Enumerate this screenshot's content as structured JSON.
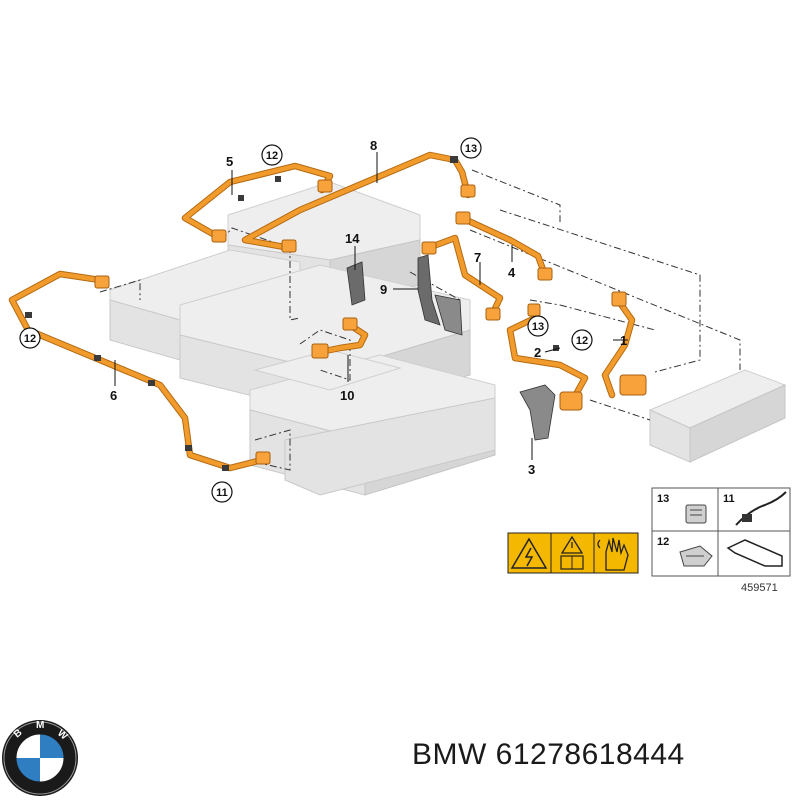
{
  "diagram": {
    "callouts": {
      "c1": "1",
      "c2": "2",
      "c3": "3",
      "c4": "4",
      "c5": "5",
      "c6": "6",
      "c7": "7",
      "c8": "8",
      "c9": "9",
      "c10": "10",
      "c14": "14",
      "c11_bottom": "11",
      "c12_left": "12",
      "c12_top": "12",
      "c12_mid": "12",
      "c13_top": "13",
      "c13_mid": "13"
    },
    "legend": {
      "item_13": "13",
      "item_11": "11",
      "item_12": "12"
    },
    "reference_number": "459571"
  },
  "brand": {
    "name": "BMW",
    "part_number": "61278618444"
  },
  "colors": {
    "cable": "#f19b2c",
    "warning_yellow": "#f5b800",
    "housing_gray": "#e3e3e3"
  }
}
